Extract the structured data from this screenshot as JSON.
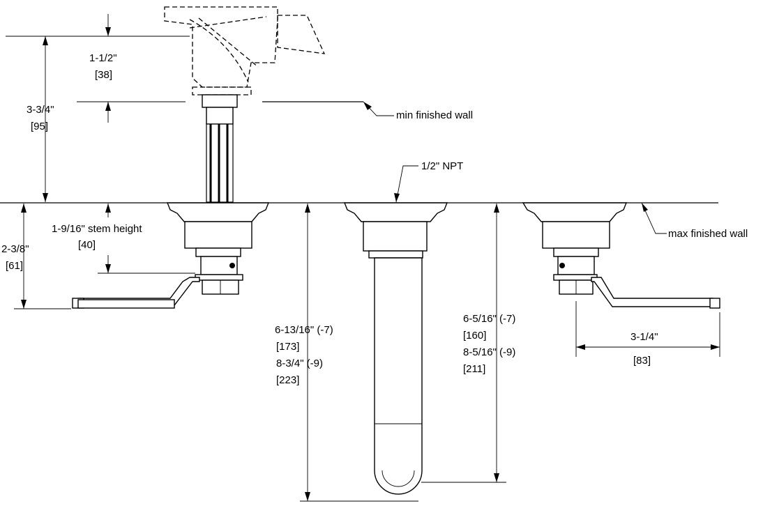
{
  "labels": {
    "rough_in_depth": "1-1/2\"",
    "rough_in_depth_mm": "[38]",
    "total_depth": "3-3/4\"",
    "total_depth_mm": "[95]",
    "min_wall": "min finished wall",
    "npt": "1/2\" NPT",
    "max_wall": "max finished wall",
    "stem_height": "1-9/16\" stem height",
    "stem_height_mm": "[40]",
    "handle_height": "2-3/8\"",
    "handle_height_mm": "[61]",
    "handle_length": "3-1/4\"",
    "handle_length_mm": "[83]",
    "spout_a1": "6-13/16\" (-7)",
    "spout_a1_mm": "[173]",
    "spout_a2": "8-3/4\" (-9)",
    "spout_a2_mm": "[223]",
    "spout_b1": "6-5/16\" (-7)",
    "spout_b1_mm": "[160]",
    "spout_b2": "8-5/16\" (-9)",
    "spout_b2_mm": "[211]"
  }
}
